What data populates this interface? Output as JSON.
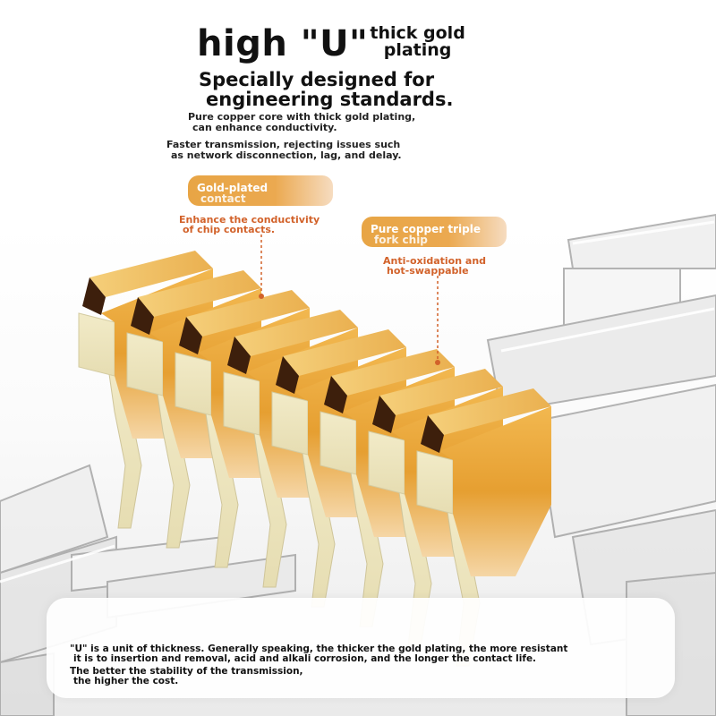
{
  "headline": {
    "big": "high \"U\"",
    "small_line1": "thick gold",
    "small_line2": "plating"
  },
  "subtitle": {
    "line1": "Specially designed for",
    "line2": "engineering standards."
  },
  "copper_text": {
    "line1": "Pure copper core with thick gold plating,",
    "line2": "can enhance conductivity."
  },
  "transmission_text": {
    "line1": "Faster transmission, rejecting issues such",
    "line2": "as network disconnection, lag, and delay."
  },
  "callout_contact": {
    "label_line1": "Gold-plated",
    "label_line2": "contact",
    "note_line1": "Enhance the conductivity",
    "note_line2": "of chip contacts."
  },
  "callout_chip": {
    "label_line1": "Pure copper triple",
    "label_line2": "fork chip",
    "note_line1": "Anti-oxidation and",
    "note_line2": "hot-swappable"
  },
  "info": {
    "line1": "\"U\" is a unit of thickness. Generally speaking, the thicker the gold plating, the more resistant",
    "line2": "it is to insertion and removal, acid and alkali corrosion, and the longer the contact life.",
    "line3": "The better the stability of the transmission,",
    "line4": "the higher the cost."
  },
  "colors": {
    "gold": "#e8a23c",
    "gold_dark": "#3d1f0c",
    "ivory": "#efe8c6",
    "accent_orange": "#d2622a",
    "pill": "#e8a545"
  }
}
